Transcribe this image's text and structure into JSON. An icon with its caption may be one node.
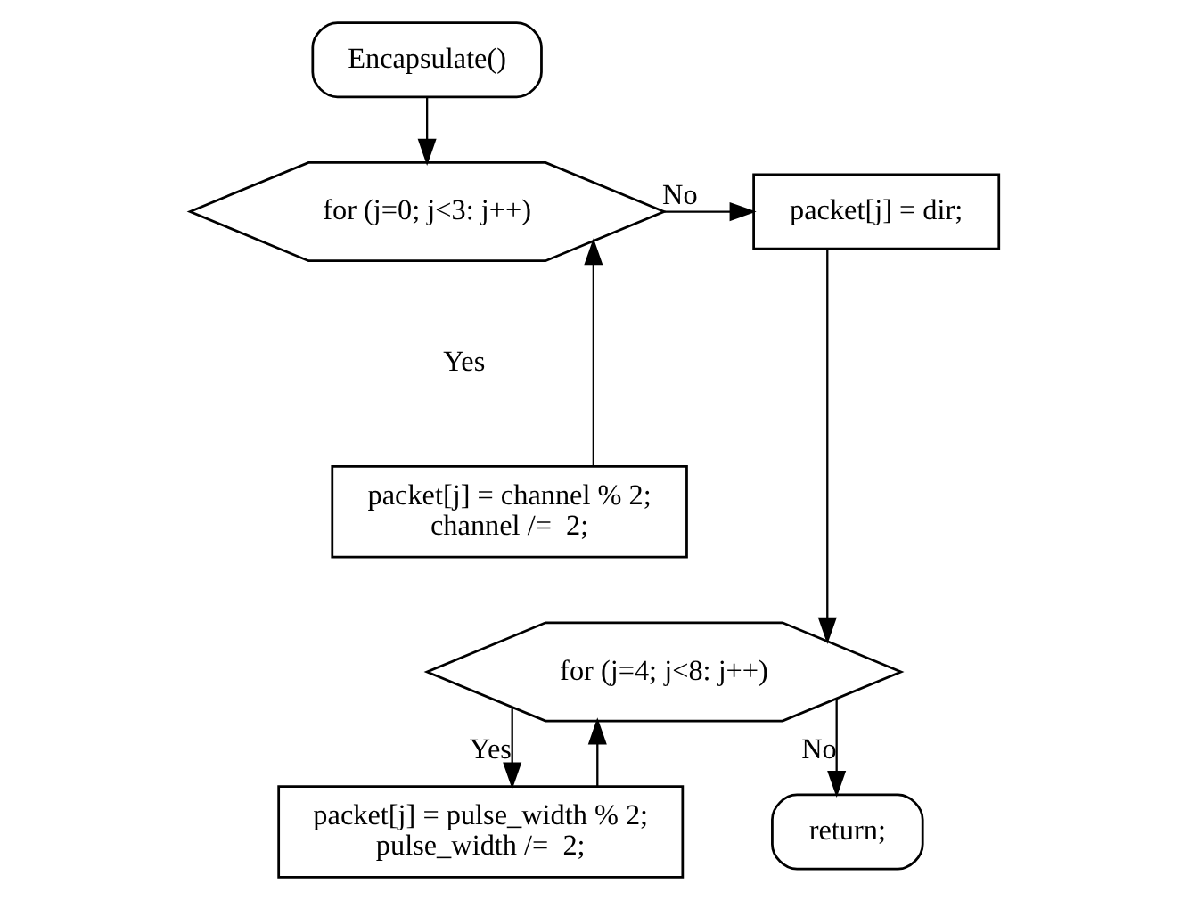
{
  "diagram": {
    "nodes": [
      {
        "text": [
          "Encapsulate()"
        ]
      },
      {
        "text": [
          "for (j=0; j<3: j++)"
        ]
      },
      {
        "text": [
          "packet[j] = dir;"
        ]
      },
      {
        "text": [
          "packet[j] = channel % 2; channel /=  2;"
        ]
      },
      {
        "text": [
          "for (j=4; j<8: j++)"
        ]
      },
      {
        "text": [
          "packet[j] = pulse_width % 2; pulse_width /=  2;"
        ]
      },
      {
        "text": [
          "return;"
        ]
      }
    ],
    "edges": [
      {
        "from": 0,
        "to": 1,
        "arrow": "to"
      },
      {
        "from": 1,
        "to": 2,
        "arrow": "to",
        "label": "No"
      },
      {
        "from": 3,
        "to": 1,
        "arrow": "to"
      },
      {
        "from": 2,
        "to": 4,
        "arrow": "to"
      },
      {
        "from": 4,
        "to": 5,
        "arrow": "to",
        "label": "Yes"
      },
      {
        "from": 5,
        "to": 4,
        "arrow": "to"
      },
      {
        "from": 4,
        "to": 6,
        "arrow": "to",
        "label": "No"
      }
    ],
    "labels": [
      "Yes"
    ]
  }
}
